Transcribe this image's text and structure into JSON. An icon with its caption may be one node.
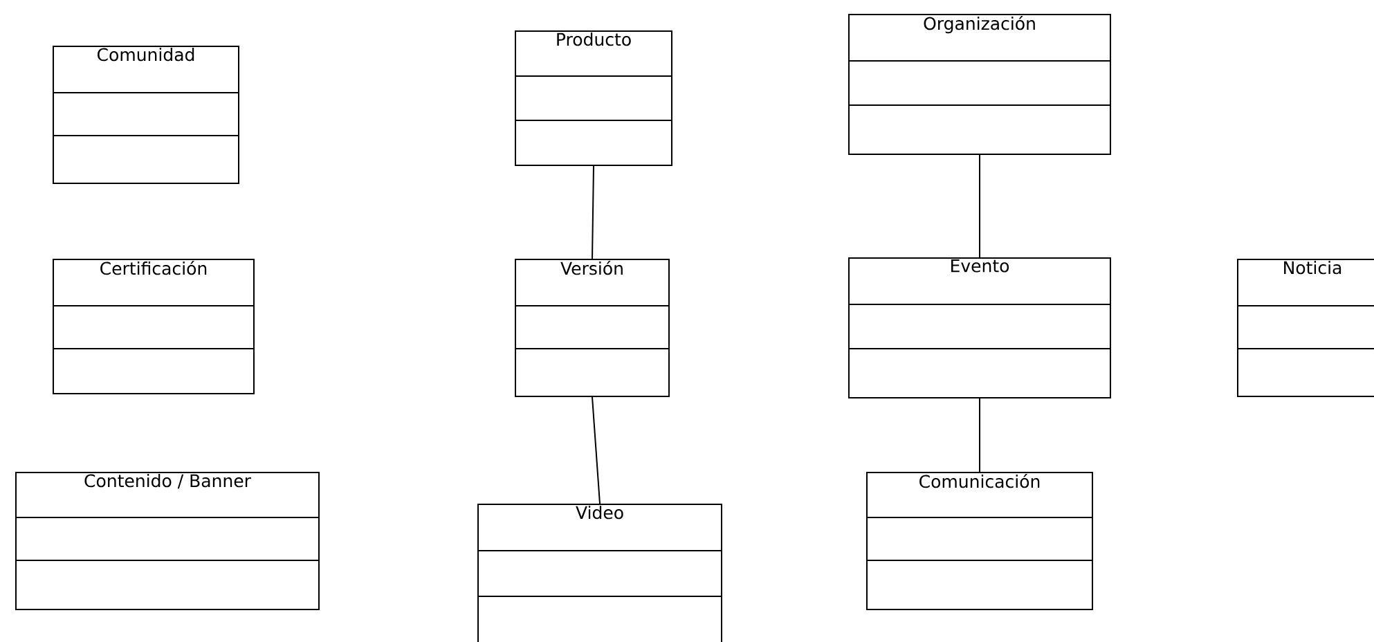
{
  "diagram": {
    "nodes": [
      {
        "text": [
          "Comunidad"
        ]
      },
      {
        "text": [
          "Producto"
        ]
      },
      {
        "text": [
          "Organización"
        ]
      },
      {
        "text": [
          "Certificación"
        ]
      },
      {
        "text": [
          "Versión"
        ]
      },
      {
        "text": [
          "Evento"
        ]
      },
      {
        "text": [
          "Noticia"
        ]
      },
      {
        "text": [
          "Contenido / Banner"
        ]
      },
      {
        "text": [
          "Video"
        ]
      },
      {
        "text": [
          "Comunicación"
        ]
      }
    ],
    "edges": [
      {
        "from": 1,
        "to": 4,
        "arrow": "none"
      },
      {
        "from": 4,
        "to": 8,
        "arrow": "none"
      },
      {
        "from": 2,
        "to": 5,
        "arrow": "none"
      },
      {
        "from": 5,
        "to": 9,
        "arrow": "none"
      }
    ]
  }
}
